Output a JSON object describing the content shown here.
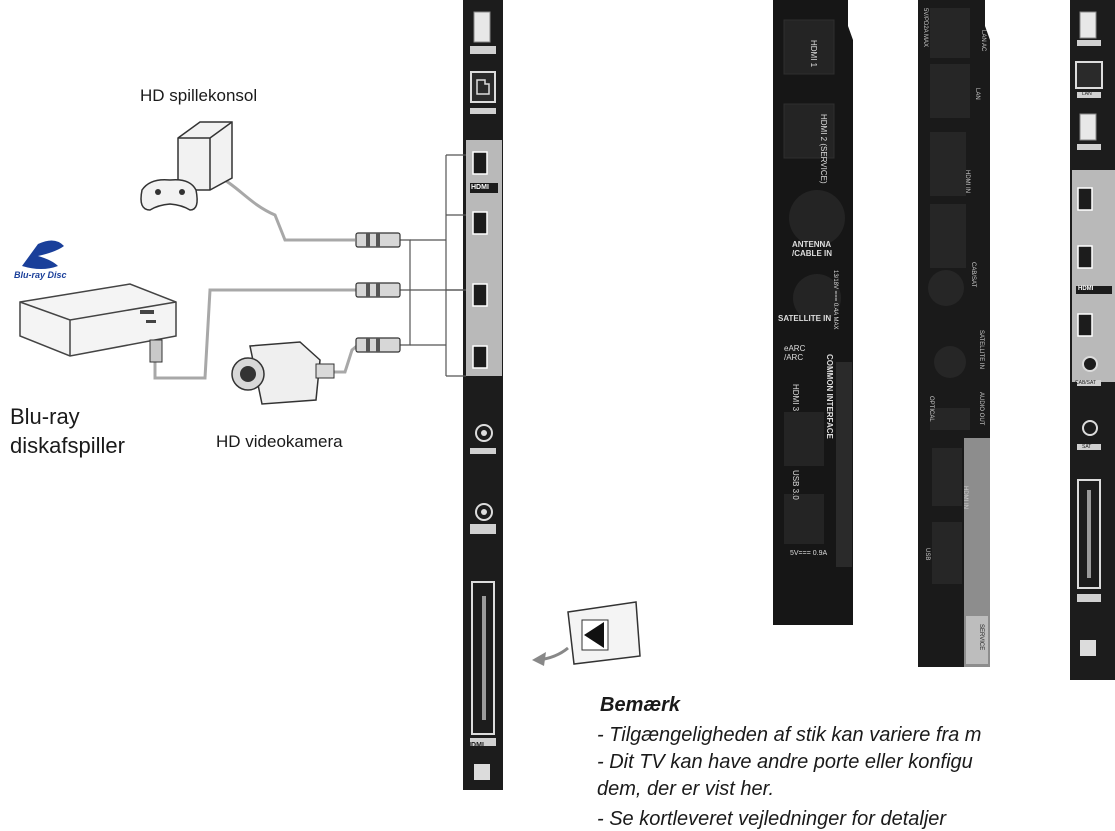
{
  "labels": {
    "hd_console": "HD spillekonsol",
    "bluray_player_line1": "Blu-ray",
    "bluray_player_line2": "diskafspiller",
    "hd_camcorder": "HD videokamera",
    "bluray_logo_line1": "Blu-ray",
    "bluray_logo_line2": "Disc"
  },
  "panel_left": {
    "hdmi_tag": "HDMI",
    "ci_label": "HDMI"
  },
  "panel_a": {
    "hdmi1": "HDMI 1",
    "hdmi2": "HDMI 2 (SERVICE)",
    "antenna": "ANTENNA /CABLE IN",
    "satellite_side": "13/18V === 0.4A MAX",
    "satellite": "SATELLITE IN",
    "earc": "eARC /ARC",
    "hdmi3": "HDMI 3",
    "common_interface": "COMMON INTERFACE",
    "usb": "USB 3.0",
    "power": "5V=== 0.9A"
  },
  "panel_b": {
    "svp": "5V/PD2A MAX",
    "lan_ac": "LAN AC",
    "lan": "LAN",
    "hdmi_in": "HDMI IN",
    "cab_sat": "CAB/SAT",
    "satellite_in": "SATELLITE IN",
    "audio_out": "AUDIO OUT",
    "optical": "OPTICAL",
    "hdmi_in2": "HDMI IN",
    "usb": "USB",
    "service": "SERVICE"
  },
  "panel_c": {
    "lan": "LAN",
    "hdmi": "HDMI",
    "cab": "CAB/SAT",
    "sat": "SAT"
  },
  "note": {
    "title": "Bemærk",
    "line1": "- Tilgængeligheden af stik kan variere fra m",
    "line2": "- Dit TV kan have andre porte eller konfigu",
    "line3": "dem, der er vist her.",
    "line4": "- Se kortleveret vejledninger for detaljer"
  }
}
